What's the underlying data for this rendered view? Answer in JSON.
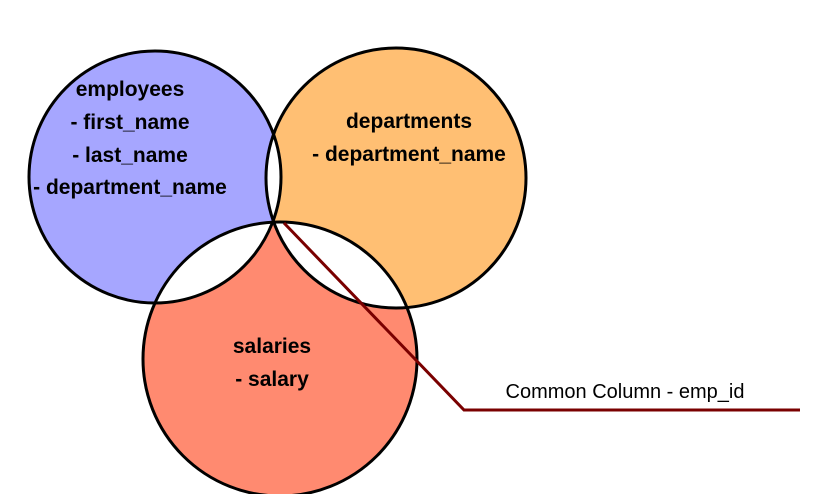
{
  "diagram": {
    "sets": [
      {
        "name": "employees",
        "columns": [
          "- first_name",
          "- last_name",
          "- department_name"
        ],
        "color": "#a6a6ff"
      },
      {
        "name": "departments",
        "columns": [
          "- department_name"
        ],
        "color": "#ffbf73"
      },
      {
        "name": "salaries",
        "columns": [
          "- salary"
        ],
        "color": "#ff8a70"
      }
    ],
    "common_region_color": "#7a0000",
    "callout": {
      "label": "Common Column - emp_id",
      "color": "#7a0000"
    }
  }
}
